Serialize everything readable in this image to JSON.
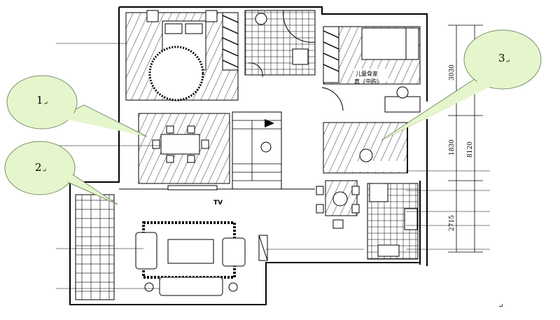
{
  "callouts": [
    {
      "label": "1",
      "mark": "↵"
    },
    {
      "label": "2",
      "mark": "↵"
    },
    {
      "label": "3",
      "mark": "↵"
    }
  ],
  "room_text": {
    "kids_furniture_line1": "儿童骨家",
    "kids_furniture_line2": "真（中购）",
    "tv": "TV",
    "corner_mark": "↵"
  },
  "dimensions": {
    "upper": "3030",
    "middle": "1830",
    "lower": "2715",
    "total": "8120"
  },
  "colors": {
    "callout_fill": "#e6f6cc",
    "callout_stroke": "#7a8f6a",
    "line": "#000000"
  }
}
